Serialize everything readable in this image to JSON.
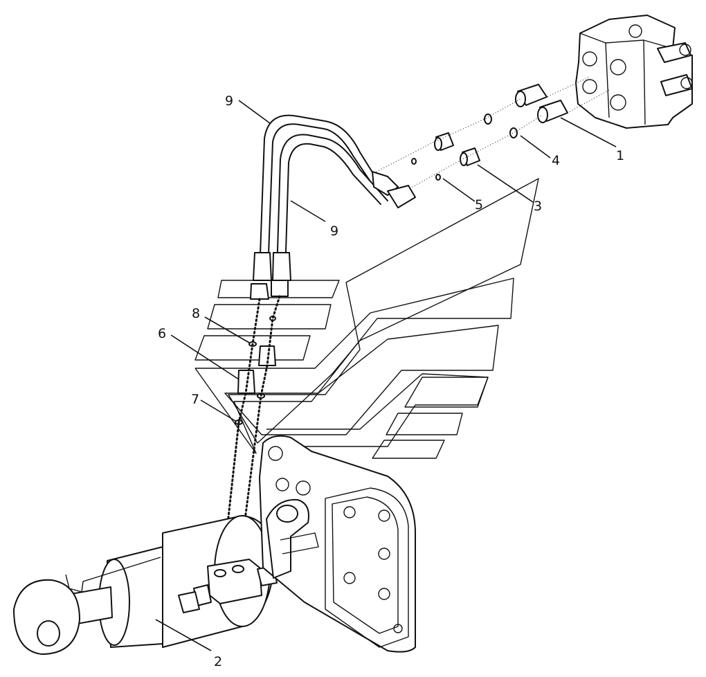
{
  "callouts": [
    {
      "id": "c1",
      "label": "1"
    },
    {
      "id": "c2",
      "label": "2"
    },
    {
      "id": "c3",
      "label": "3"
    },
    {
      "id": "c4",
      "label": "4"
    },
    {
      "id": "c5",
      "label": "5"
    },
    {
      "id": "c6",
      "label": "6"
    },
    {
      "id": "c7",
      "label": "7"
    },
    {
      "id": "c8",
      "label": "8"
    },
    {
      "id": "c9a",
      "label": "9"
    },
    {
      "id": "c9b",
      "label": "9"
    }
  ]
}
